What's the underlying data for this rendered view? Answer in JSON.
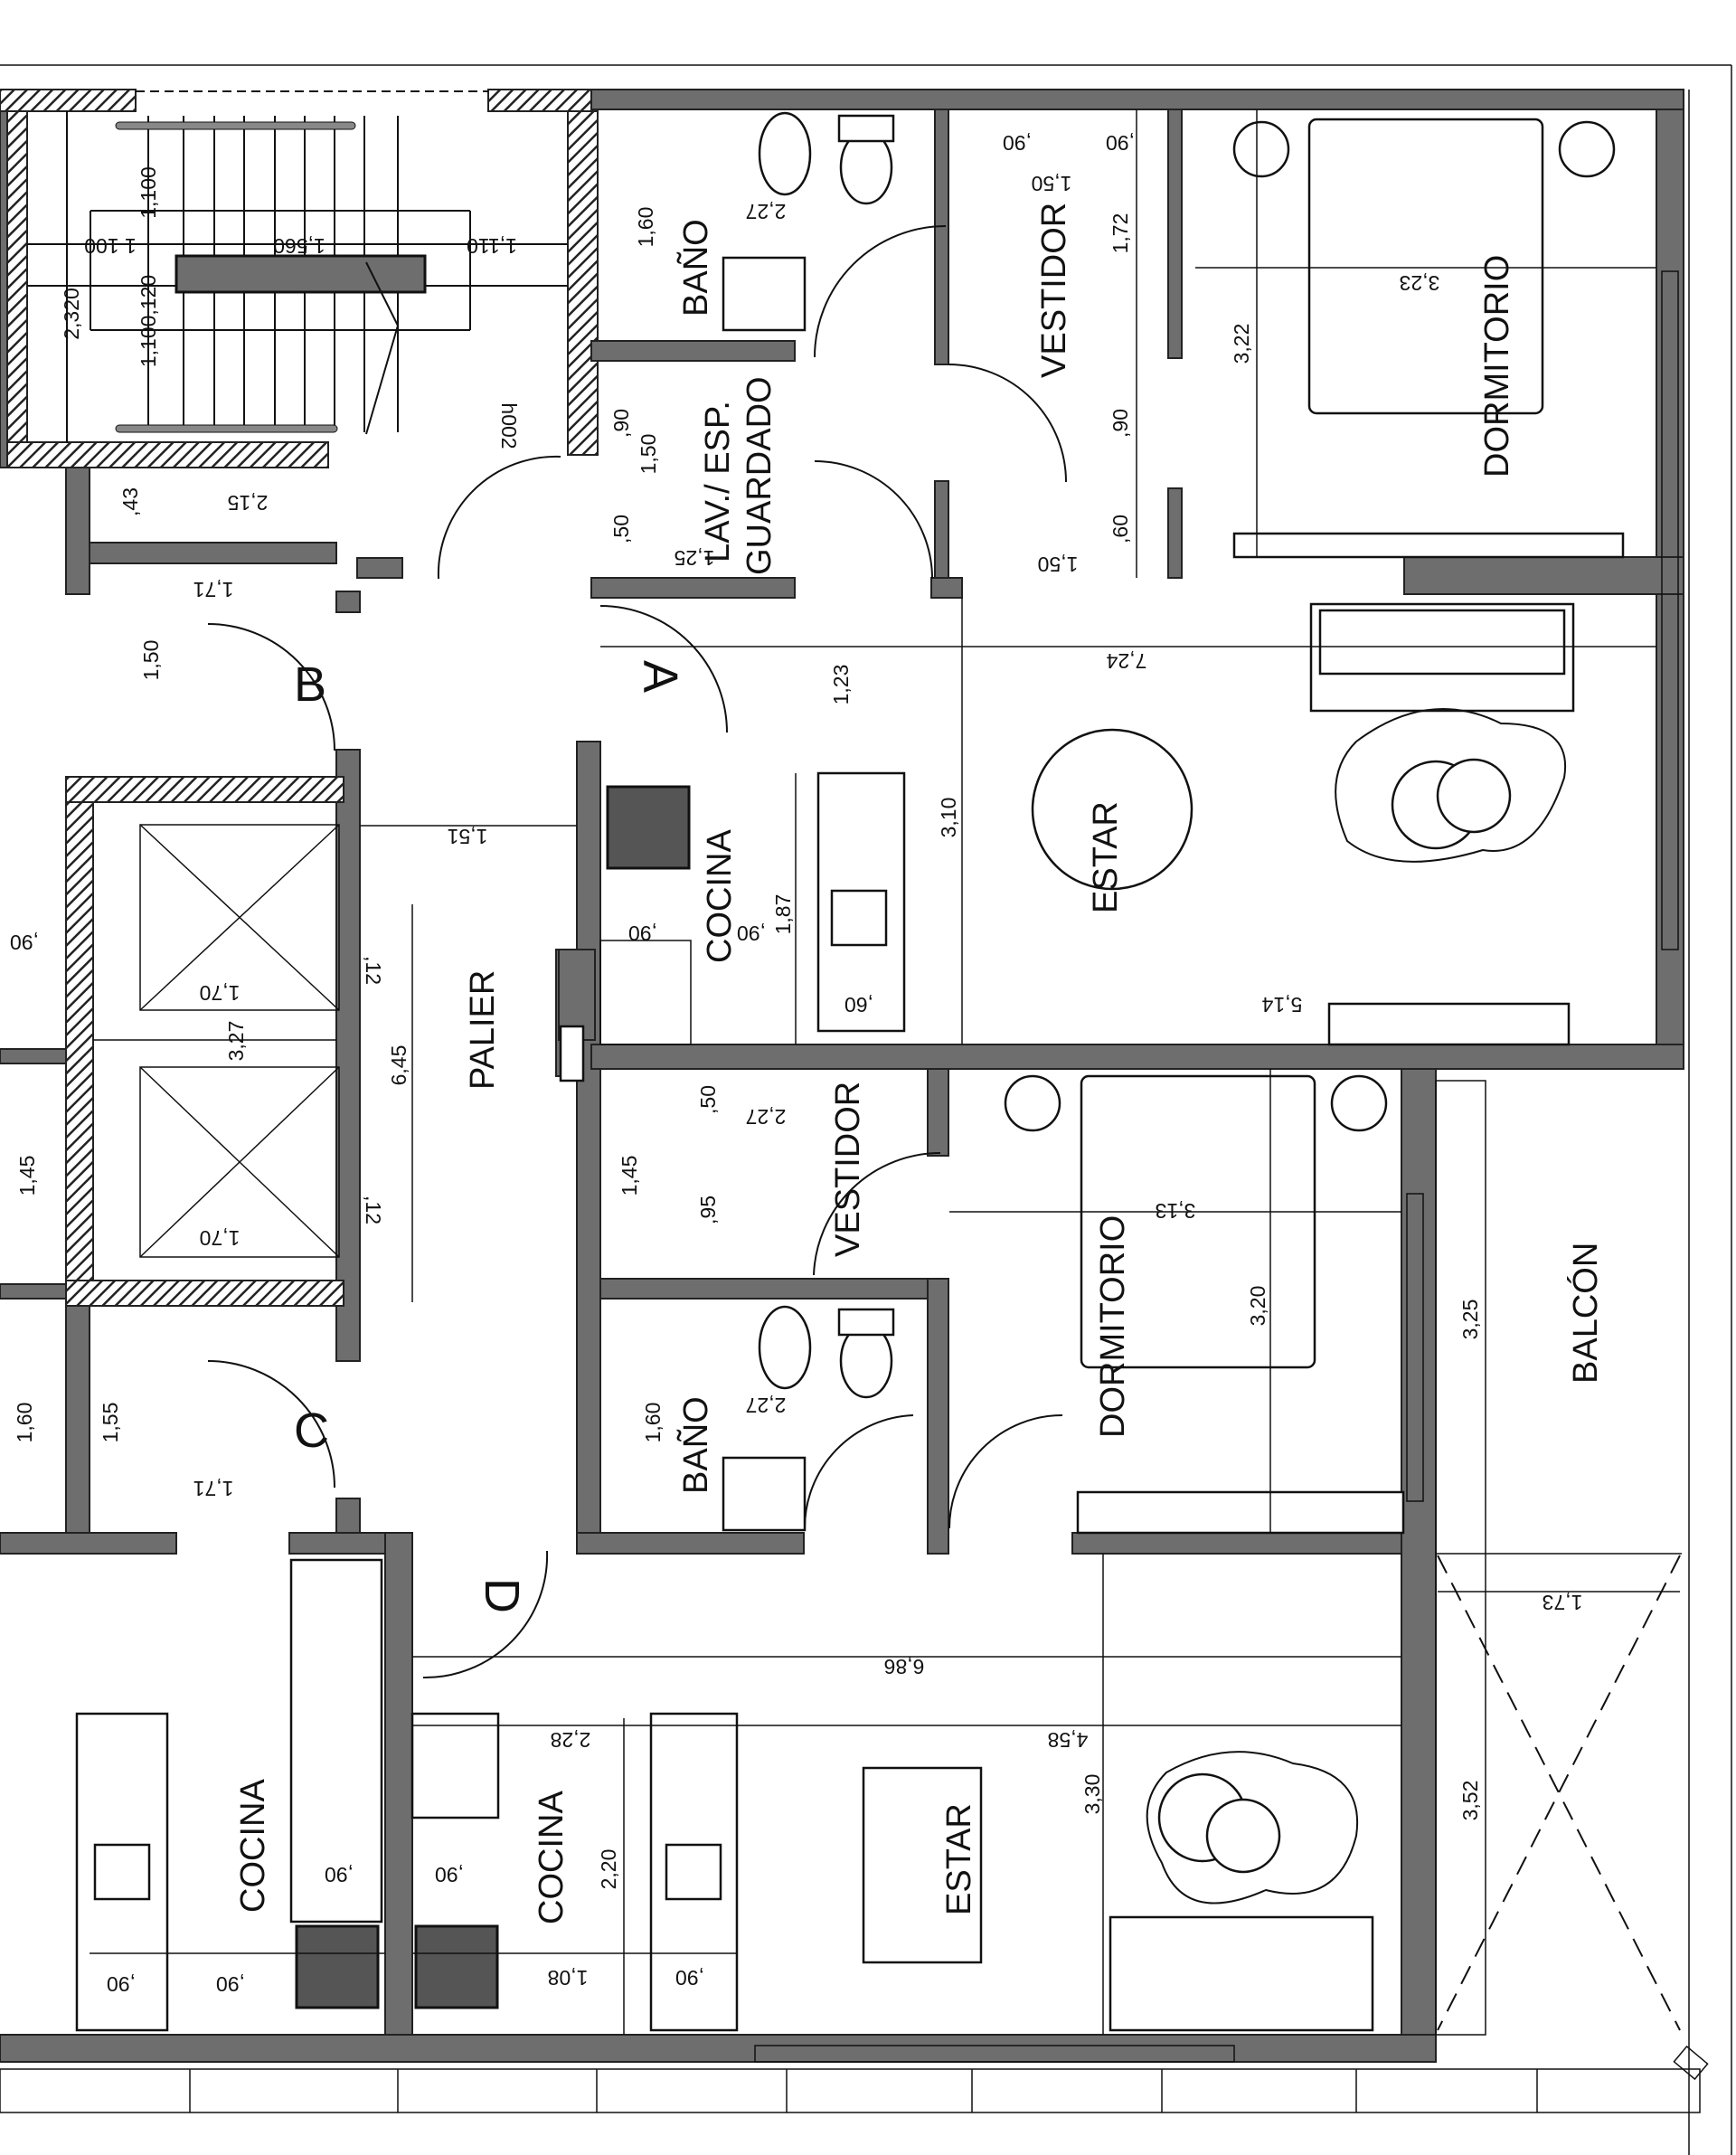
{
  "plan": {
    "rooms": {
      "bano_upper": "BAÑO",
      "lav_1": "LAV./ ESP.",
      "lav_2": "GUARDADO",
      "vestidor_upper": "VESTIDOR",
      "dormitorio_upper": "DORMITORIO",
      "palier": "PALIER",
      "cocina_upper": "COCINA",
      "estar_upper": "ESTAR",
      "vestidor_lower": "VESTIDOR",
      "dormitorio_lower": "DORMITORIO",
      "balcon": "BALCÓN",
      "bano_lower": "BAÑO",
      "cocina_left": "COCINA",
      "cocina_mid": "COCINA",
      "estar_lower": "ESTAR"
    },
    "units": {
      "a": "A",
      "b": "B",
      "c": "C",
      "d": "D"
    },
    "dims": [
      "1,100",
      "1 100",
      "1,560",
      "1,110",
      "2,320",
      "1,100,120",
      "h002",
      "2,15",
      ",43",
      "1,71",
      "1,60",
      "2,27",
      ",90",
      "1,50",
      ",50",
      "1,25",
      ",90",
      ",90",
      "1,50",
      "1,72",
      ",90",
      ",60",
      "1,50",
      "3,22",
      "3,23",
      "7,24",
      "1,50",
      "1,23",
      "1,51",
      "3,10",
      "1,87",
      ",90",
      ",90",
      ",60",
      "5,14",
      ",90",
      ",12",
      "1,70",
      "3,27",
      "6,45",
      "1,45",
      ",12",
      "1,70",
      ",50",
      "2,27",
      "1,45",
      ",95",
      "3,13",
      "3,20",
      "3,25",
      "1,60",
      "1,55",
      "1,60",
      "2,27",
      "1,71",
      "6,86",
      "1,73",
      "2,28",
      "4,58",
      "3,30",
      "2,20",
      "3,52",
      ",90",
      ",90",
      ",90",
      ",90",
      "1,08",
      ",90"
    ],
    "colors": {
      "wall": "#6e6e6e",
      "line": "#111111"
    }
  }
}
